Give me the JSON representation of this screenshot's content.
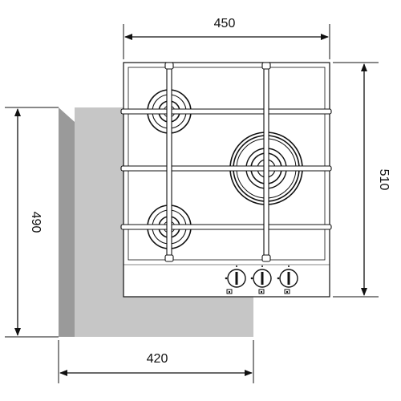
{
  "dimensions": {
    "hob_width": "450",
    "hob_depth": "510",
    "cutout_depth": "490",
    "cutout_width": "420"
  },
  "components": {
    "burners": [
      "small-burner",
      "wok-burner",
      "small-burner"
    ],
    "knobs_count": 3
  },
  "colors": {
    "cutout_fill": "#c6c6c6",
    "cutout_side": "#9a9a9a",
    "line": "#111111"
  }
}
